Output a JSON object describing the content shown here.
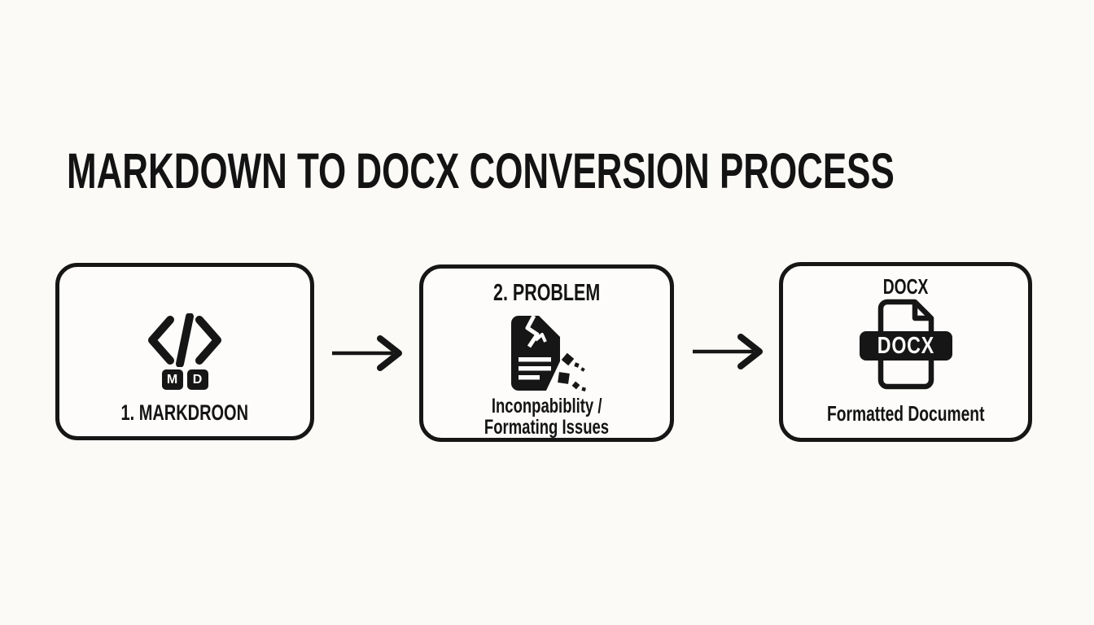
{
  "page": {
    "background_color": "#fbfaf7",
    "ink_color": "#161616"
  },
  "title": "MARKDOWN TO DOCX CONVERSION PROCESS",
  "steps": [
    {
      "name": "markdown-source",
      "icon": "markdown-code-icon",
      "badge_letters": [
        "M",
        "D"
      ],
      "caption": "1. MARKDROON"
    },
    {
      "name": "problem",
      "label": "2. PROBLEM",
      "icon": "broken-document-icon",
      "caption_line1": "Inconpabiblity /",
      "caption_line2": "Formating Issues"
    },
    {
      "name": "docx-output",
      "label": "DOCX",
      "icon": "docx-file-icon",
      "band_text": "DOCX",
      "caption": "Formatted Document"
    }
  ]
}
